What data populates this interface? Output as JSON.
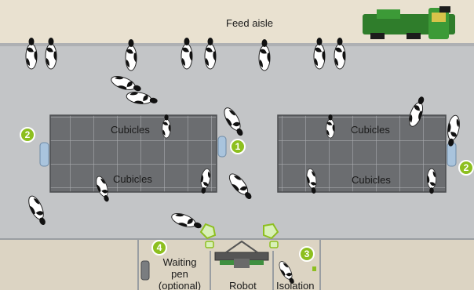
{
  "labels": {
    "feed_aisle": "Feed aisle",
    "cubicles": [
      "Cubicles",
      "Cubicles",
      "Cubicles",
      "Cubicles"
    ],
    "waiting_pen": "Waiting pen (optional)",
    "robot": "Robot",
    "isolation": "Isolation"
  },
  "badges": [
    "1",
    "2",
    "2",
    "3",
    "4"
  ],
  "colors": {
    "barn_floor": "#c3c5c7",
    "feed_aisle": "#e9e1d0",
    "bedding": "#dcd4c3",
    "cubicle_block": "#66686b",
    "badge": "#8dbf1f",
    "tractor": "#2f7d2b",
    "robot_green": "#3f8f3f"
  },
  "icons": [
    "cow-icon",
    "brush-icon",
    "gate-icon",
    "tractor-icon",
    "robot-icon",
    "feed-station-icon"
  ]
}
